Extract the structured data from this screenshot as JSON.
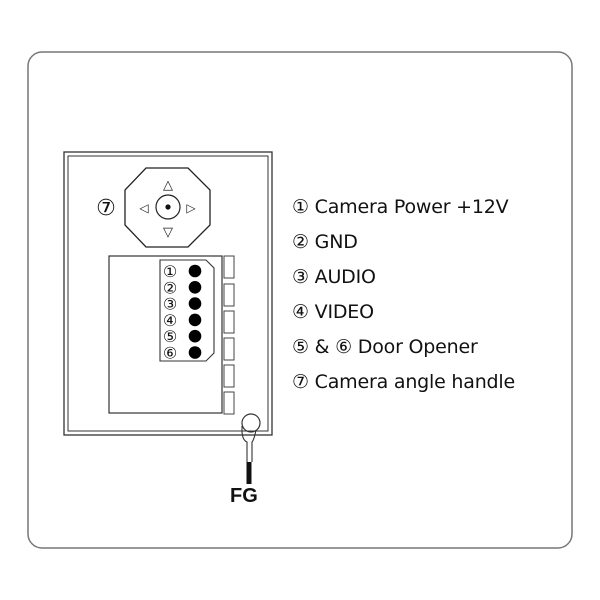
{
  "diagram": {
    "handle_marker": "⑦",
    "arrows": {
      "up": "△",
      "down": "▽",
      "left": "◁",
      "right": "▷"
    },
    "terminal_numbers": [
      "①",
      "②",
      "③",
      "④",
      "⑤",
      "⑥"
    ],
    "ground_label": "FG"
  },
  "legend": {
    "items": [
      "① Camera Power +12V",
      "② GND",
      "③ AUDIO",
      "④ VIDEO",
      "⑤ & ⑥ Door Opener",
      "⑦ Camera angle handle"
    ]
  }
}
